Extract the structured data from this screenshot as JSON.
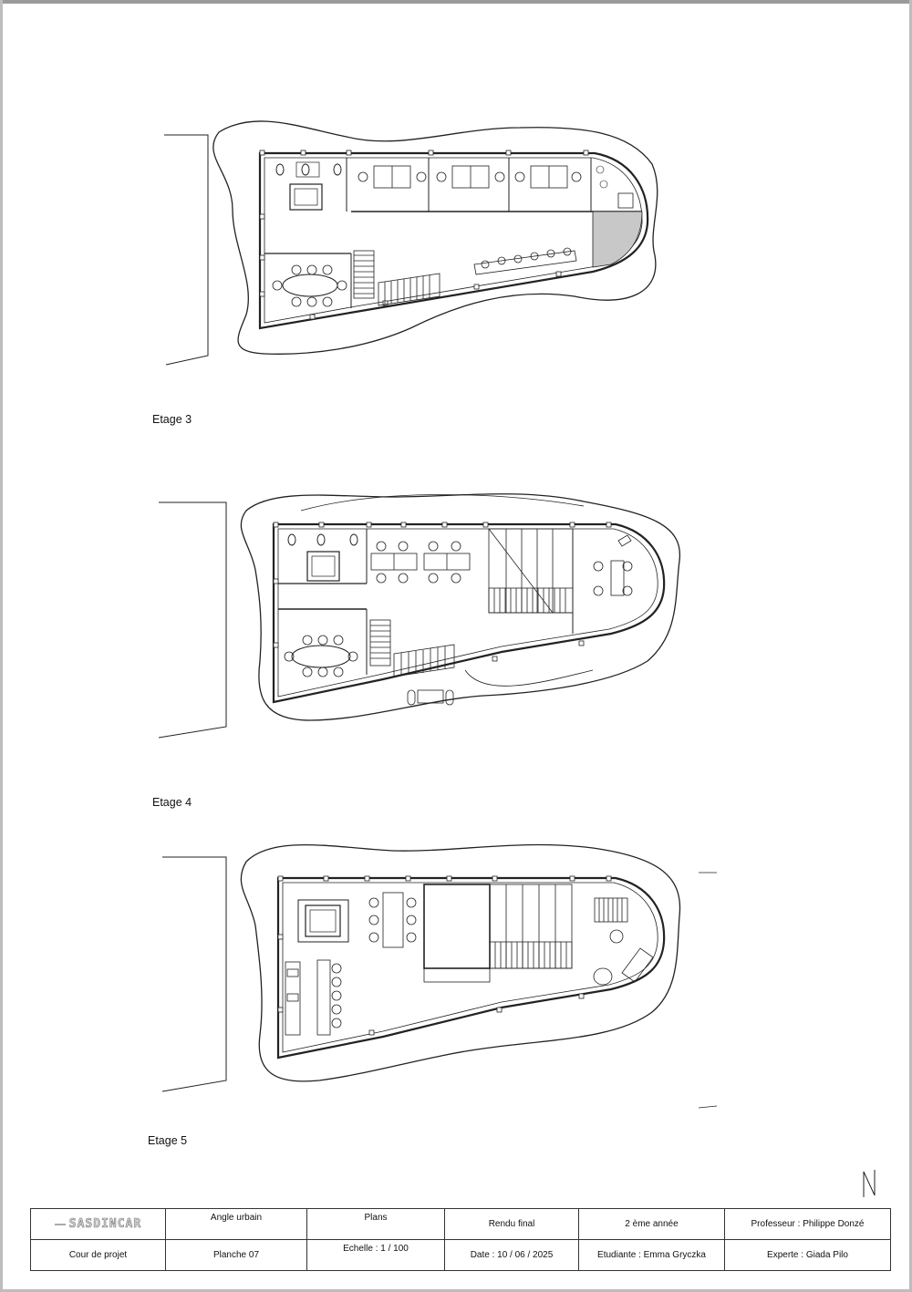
{
  "floors": [
    {
      "label": "Etage 3"
    },
    {
      "label": "Etage 4"
    },
    {
      "label": "Etage 5"
    }
  ],
  "cartouche": {
    "logo_text": "SASDINCAR",
    "row1": [
      "Angle urbain",
      "Plans",
      "Rendu final",
      "2 ème année",
      "Professeur : Philippe Donzé"
    ],
    "row2": [
      "Cour de projet",
      "Planche 07",
      "Echelle : 1 / 100",
      "Date : 10 / 06 / 2025",
      "Etudiante : Emma Gryczka",
      "Experte : Giada Pilo"
    ]
  },
  "north_symbol": "N"
}
